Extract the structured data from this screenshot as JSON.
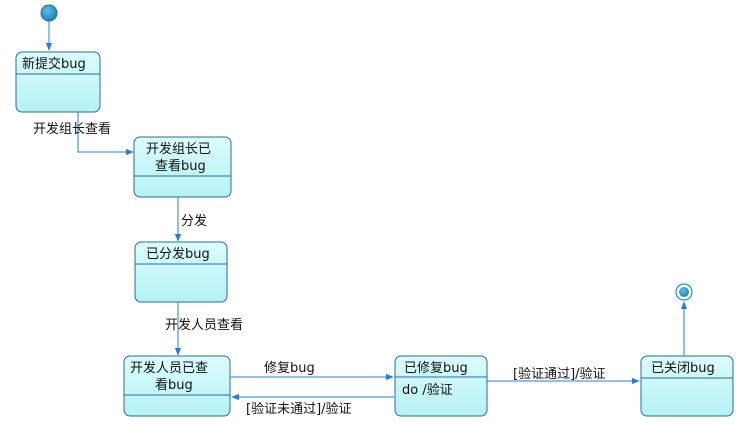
{
  "states": {
    "new_bug": {
      "label": "新提交bug"
    },
    "lead_viewed": {
      "label_line1": "开发组长已",
      "label_line2": "查看bug"
    },
    "assigned": {
      "label": "已分发bug"
    },
    "dev_viewed": {
      "label_line1": "开发人员已查",
      "label_line2": "看bug"
    },
    "fixed": {
      "label": "已修复bug",
      "action": "do /验证"
    },
    "closed": {
      "label": "已关闭bug"
    }
  },
  "transitions": {
    "lead_view": "开发组长查看",
    "dispatch": "分发",
    "dev_view": "开发人员查看",
    "fix": "修复bug",
    "verify_fail": "[验证未通过]/验证",
    "verify_pass": "[验证通过]/验证"
  },
  "colors": {
    "state_fill_top": "#d9fbfb",
    "state_fill_bottom": "#b8f3f5",
    "state_border": "#2c6aa0",
    "edge": "#2b7bd6",
    "initial_node": "#2a8fbf"
  }
}
